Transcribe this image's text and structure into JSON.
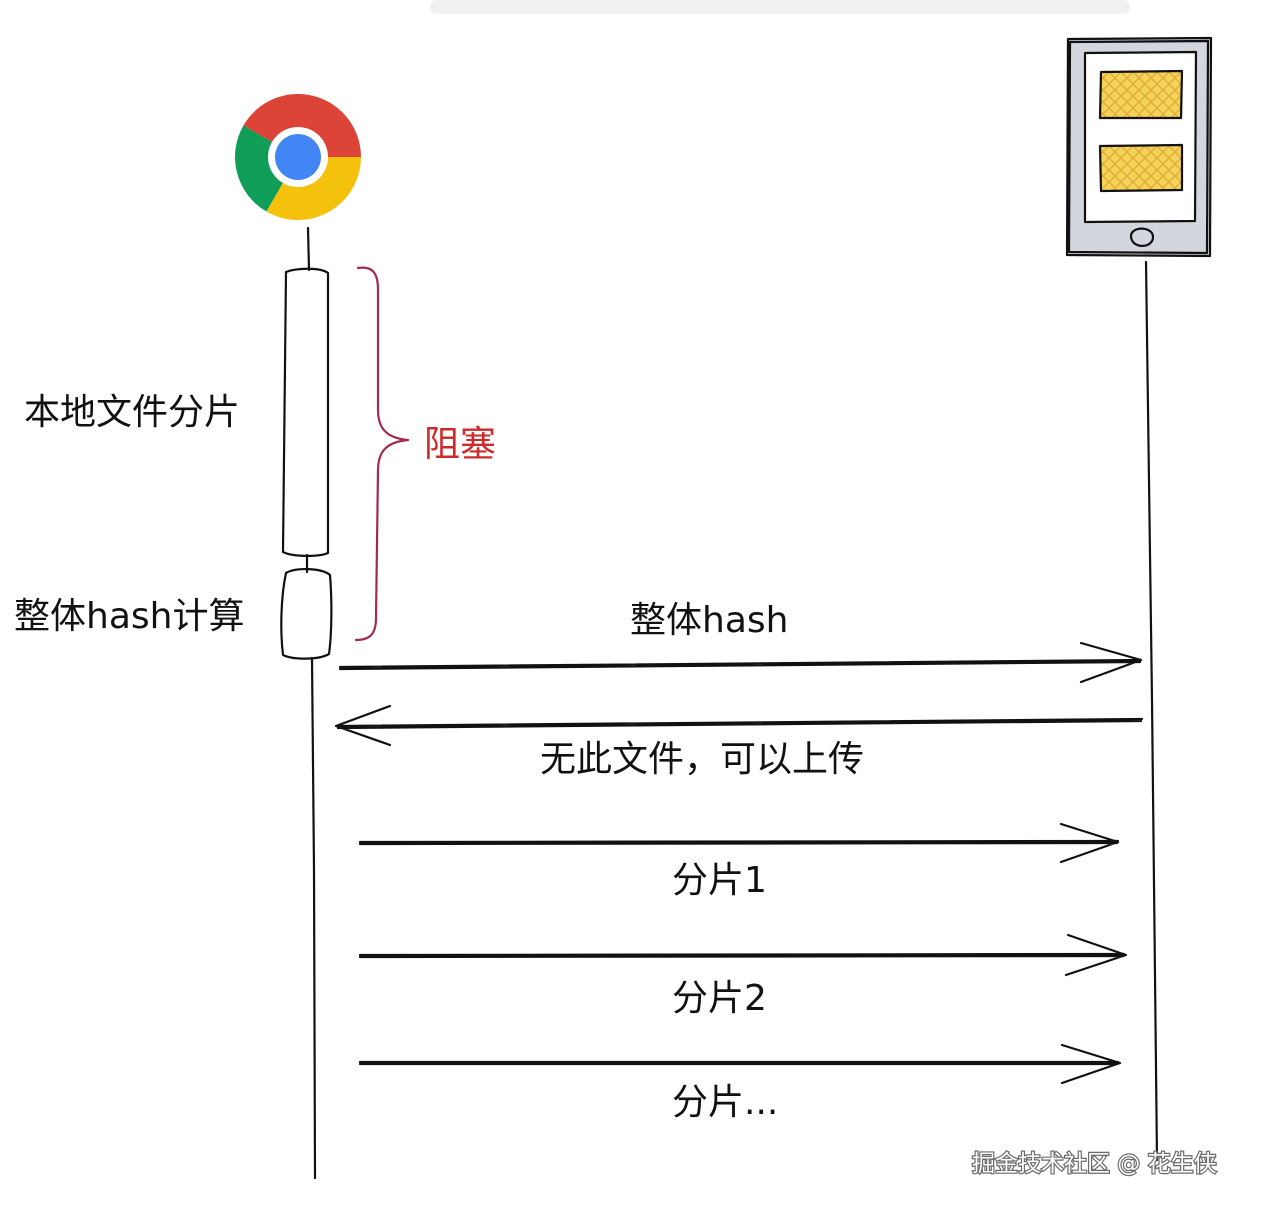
{
  "participants": {
    "client": {
      "icon": "chrome-logo",
      "colors": {
        "red": "#db4437",
        "green": "#0f9d58",
        "yellow": "#f4c20d",
        "blue": "#4285f4"
      }
    },
    "server": {
      "icon": "tablet-device",
      "colors": {
        "body": "#d3d6dc",
        "panel": "#f3d35e"
      }
    }
  },
  "activations": {
    "split_label": "本地文件分片",
    "hash_label": "整体hash计算"
  },
  "brace": {
    "label": "阻塞",
    "color": "#a32a4e",
    "label_color": "#cf2a2a"
  },
  "messages": [
    {
      "label": "整体hash",
      "direction": "client-to-server"
    },
    {
      "label": "无此文件，可以上传",
      "direction": "server-to-client"
    },
    {
      "label": "分片1",
      "direction": "client-to-server"
    },
    {
      "label": "分片2",
      "direction": "client-to-server"
    },
    {
      "label": "分片...",
      "direction": "client-to-server"
    }
  ],
  "watermark": "掘金技术社区 @ 花生侠"
}
